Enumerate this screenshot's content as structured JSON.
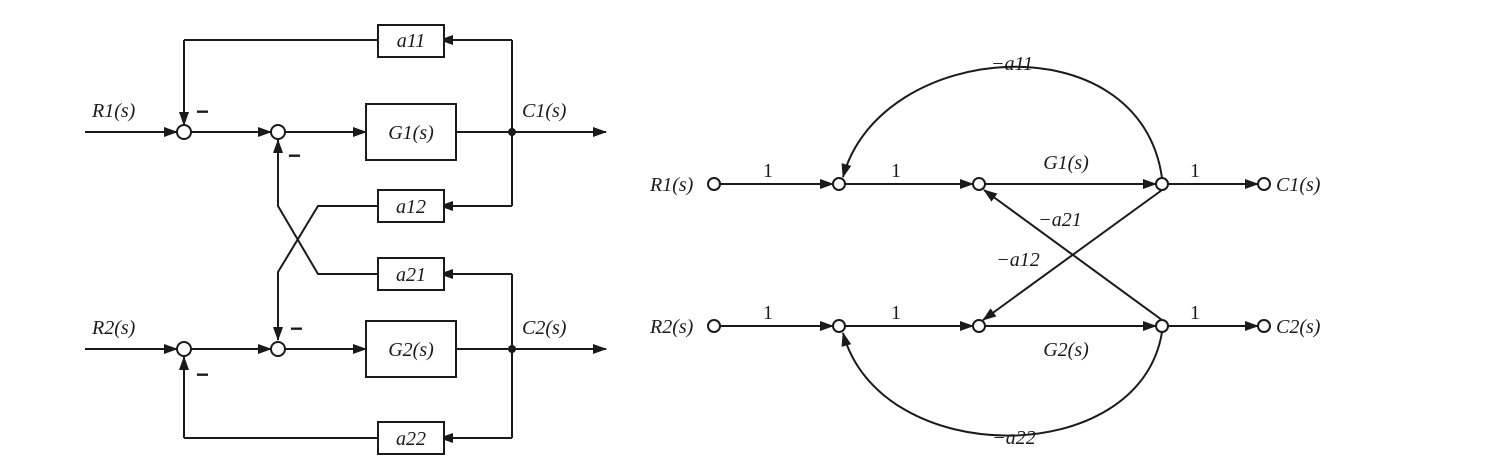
{
  "block_diagram": {
    "inputs": {
      "r1": "R1(s)",
      "r2": "R2(s)"
    },
    "outputs": {
      "c1": "C1(s)",
      "c2": "C2(s)"
    },
    "blocks": {
      "g1": "G1(s)",
      "g2": "G2(s)",
      "a11": "a11",
      "a12": "a12",
      "a21": "a21",
      "a22": "a22"
    },
    "signs": {
      "s1": "−",
      "s2": "−",
      "s3": "−",
      "s4": "−"
    }
  },
  "signal_flow_graph": {
    "nodes": {
      "r1": "R1(s)",
      "r2": "R2(s)",
      "c1": "C1(s)",
      "c2": "C2(s)"
    },
    "gains": {
      "r1_in": "1",
      "r1_mid": "1",
      "g1": "G1(s)",
      "c1_out": "1",
      "r2_in": "1",
      "r2_mid": "1",
      "g2": "G2(s)",
      "c2_out": "1",
      "a11": "−a11",
      "a12": "−a12",
      "a21": "−a21",
      "a22": "−a22"
    }
  }
}
